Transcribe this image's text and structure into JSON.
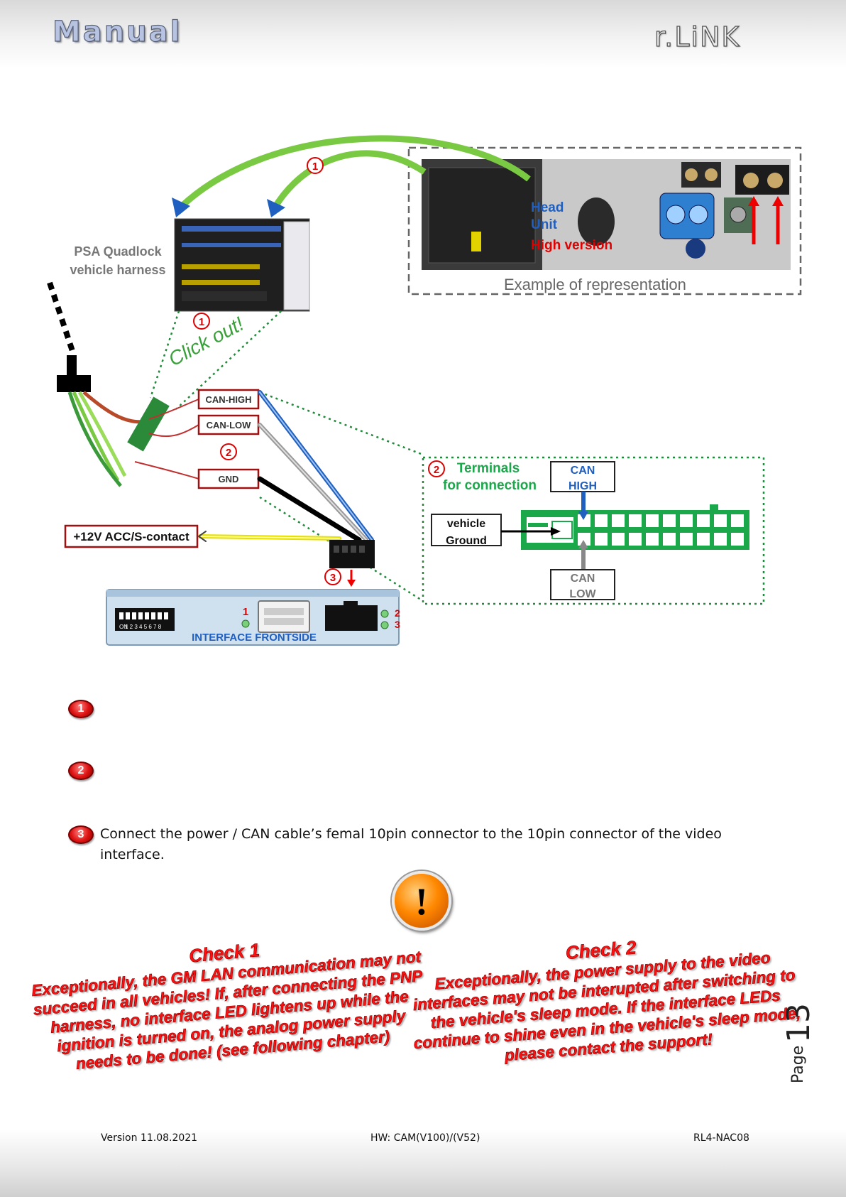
{
  "header": {
    "left_logo": "Manual",
    "right_logo": "r.LiNK"
  },
  "diagram": {
    "head_unit": {
      "line1": "Head",
      "line2": "Unit",
      "line3": "High version",
      "caption": "Example of representation"
    },
    "harness": {
      "line1": "PSA Quadlock",
      "line2": "vehicle harness"
    },
    "click_out": "Click out!",
    "wire_labels": {
      "can_high": "CAN-HIGH",
      "can_low": "CAN-LOW",
      "gnd": "GND",
      "acc": "+12V ACC/S-contact"
    },
    "terminals": {
      "title_line1": "Terminals",
      "title_line2": "for connection",
      "can_high_1": "CAN",
      "can_high_2": "HIGH",
      "can_low_1": "CAN",
      "can_low_2": "LOW",
      "ground_1": "vehicle",
      "ground_2": "Ground"
    },
    "interface": {
      "label": "INTERFACE FRONTSIDE",
      "dip_on": "ON",
      "dip_numbers": "1 2 3 4 5 6 7 8"
    },
    "markers": {
      "one": "1",
      "two": "2",
      "three": "3"
    },
    "colors": {
      "green_wire": "#7ac943",
      "green_terminal": "#1aa84a",
      "can_high_blue": "#1f5fbf",
      "red_label": "#b01010"
    }
  },
  "steps": [
    {
      "number": "1",
      "text": ""
    },
    {
      "number": "2",
      "text": ""
    },
    {
      "number": "3",
      "text": "Connect the power / CAN cable’s femal   10pin connector to the 10pin connector of the video interface."
    }
  ],
  "warning": {
    "icon": "exclamation-icon",
    "symbol": "!"
  },
  "check1": {
    "title": "Check 1",
    "body": "Exceptionally, the GM LAN communication may not succeed in all vehicles! If, after connecting the PNP harness, no interface LED lightens up while the ignition is turned on, the analog power supply needs to be done! (see following chapter)"
  },
  "check2": {
    "title": "Check 2",
    "body": "Exceptionally, the power supply to the video interfaces may not be interupted after switching to the vehicle's sleep mode. If the interface LEDs continue to shine even in the vehicle's sleep mode, please contact the support!"
  },
  "page": {
    "word": "Page",
    "number": "13"
  },
  "footer": {
    "version": "Version 11.08.2021",
    "hw": "HW: CAM(V100)/(V52)",
    "model": "RL4-NAC08"
  }
}
